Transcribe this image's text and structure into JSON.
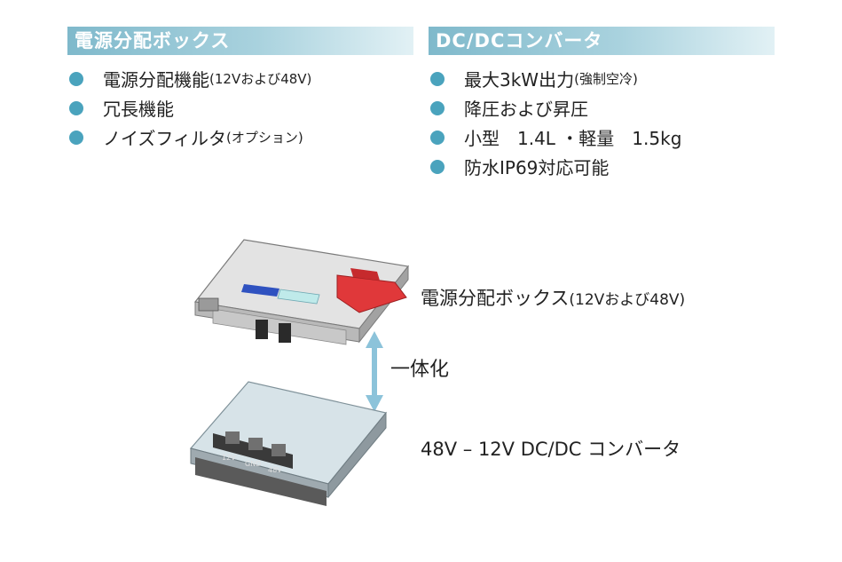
{
  "left_section": {
    "title": "電源分配ボックス",
    "items": [
      {
        "text": "電源分配機能",
        "note": "(12Vおよび48V)"
      },
      {
        "text": "冗長機能",
        "note": ""
      },
      {
        "text": "ノイズフィルタ",
        "note": "(オプション)"
      }
    ]
  },
  "right_section": {
    "title": "DC/DCコンバータ",
    "items": [
      {
        "text": "最大3kW出力",
        "note": "(強制空冷)"
      },
      {
        "text": "降圧および昇圧",
        "note": ""
      },
      {
        "text": "小型　1.4L ・軽量　1.5kg",
        "note": ""
      },
      {
        "text": "防水IP69対応可能",
        "note": ""
      }
    ]
  },
  "diagram": {
    "top_label": {
      "text": "電源分配ボックス",
      "note": "(12Vおよび48V)"
    },
    "integration_label": "一体化",
    "bottom_label": "48V – 12V DC/DC コンバータ",
    "terminal_labels": [
      "12V",
      "GND",
      "48V"
    ]
  },
  "colors": {
    "accent": "#4aa3bd",
    "heading_start": "#7fb9cb",
    "heading_end": "#e2f1f5",
    "connector_red": "#e0383a",
    "arrow": "#8cc3da"
  }
}
